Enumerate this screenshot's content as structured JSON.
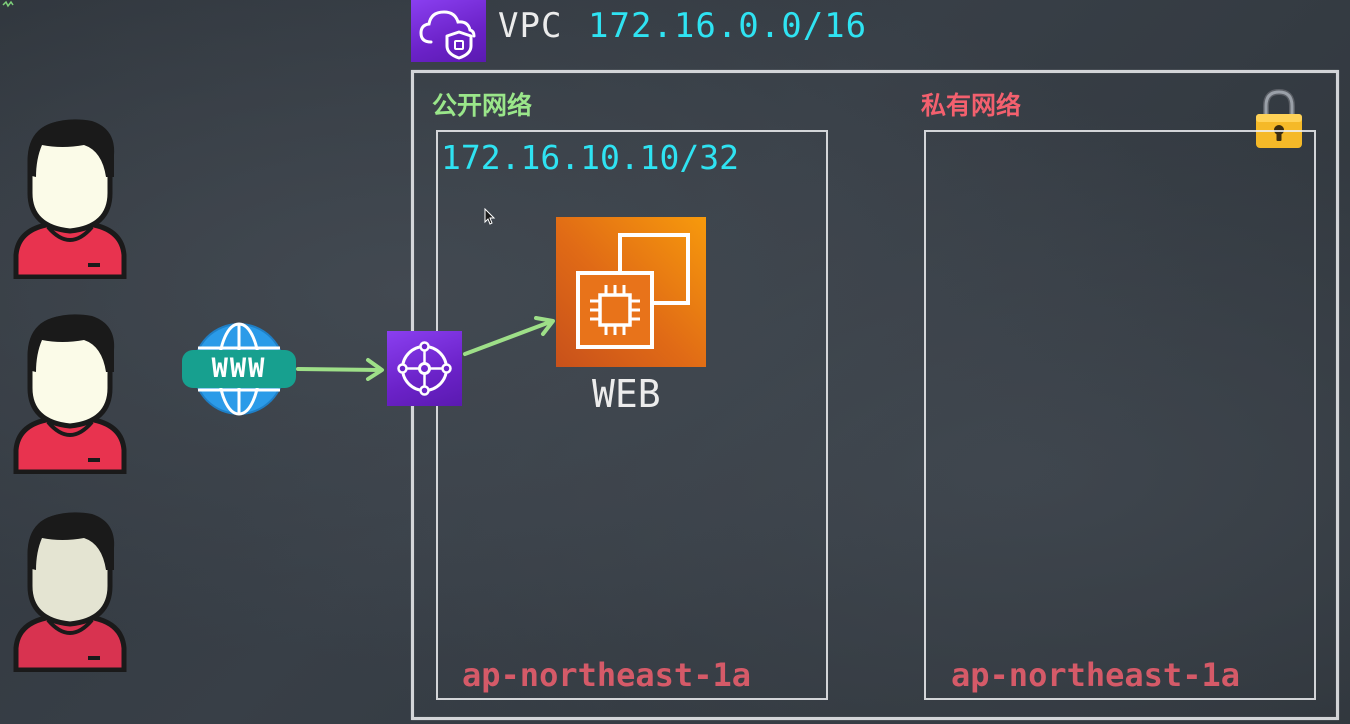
{
  "vpc": {
    "label": "VPC",
    "cidr": "172.16.0.0/16"
  },
  "public_subnet": {
    "title": "公开网络",
    "cidr": "172.16.10.10/32",
    "az": "ap-northeast-1a"
  },
  "private_subnet": {
    "title": "私有网络",
    "az": "ap-northeast-1a"
  },
  "ec2": {
    "label": "WEB"
  },
  "internet": {
    "label": "WWW"
  },
  "users": {
    "count": 3
  },
  "colors": {
    "public_title": "#9ae68a",
    "private_title": "#f3606e",
    "cidr": "#2fe3f2",
    "az": "#d55a68",
    "arrow": "#a9f08f",
    "vpc_icon": "#7a2fe0",
    "ec2_icon": "#e8750f"
  }
}
